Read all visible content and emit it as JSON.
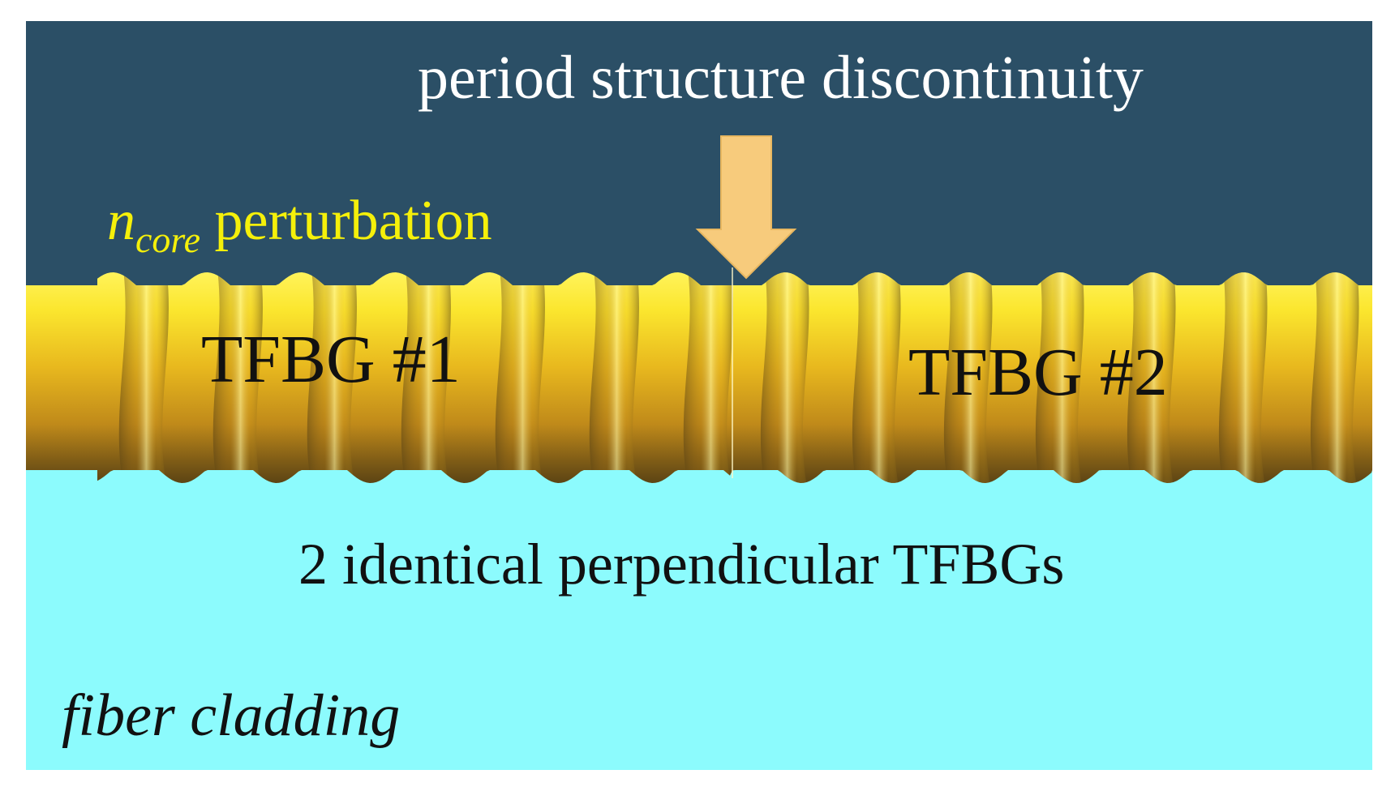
{
  "diagram": {
    "labels": {
      "discontinuity": "period structure discontinuity",
      "perturbation_symbol": "n",
      "perturbation_subscript": "core",
      "perturbation_text": "perturbation",
      "tfbg1": "TFBG #1",
      "tfbg2": "TFBG #2",
      "identical": "2 identical perpendicular TFBGs",
      "cladding": "fiber cladding"
    },
    "colors": {
      "surrounding": "#2b4f66",
      "cladding": "#8cfbfd",
      "core_highlight": "#fbea2e",
      "core_mid": "#e2b21d",
      "core_shadow": "#6a5116",
      "arrow": "#f7cb7c",
      "perturbation_text": "#f5f00a",
      "heading_text": "#ffffff",
      "body_text": "#111111"
    }
  }
}
